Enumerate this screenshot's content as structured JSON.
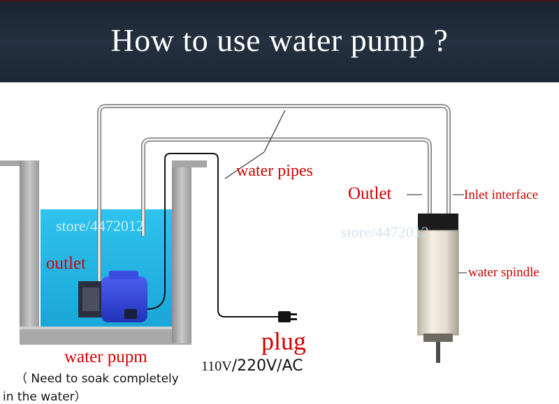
{
  "title": "How to use water pump ?",
  "labels": {
    "water_pipes": "water pipes",
    "outlet_right": "Outlet",
    "inlet_interface": "Inlet interface",
    "outlet_left": "outlet",
    "water_spindle": "water spindle",
    "water_pump": "water pupm",
    "plug": "plug",
    "voltage_110": "110V",
    "voltage_220": "/220V/AC",
    "note_line1": "（ Need to soak completely",
    "note_line2": "in the water）"
  },
  "watermarks": {
    "left": "store/4472012",
    "right": "store/4472012"
  },
  "colors": {
    "banner_bg": "#1f2a38",
    "label_red": "#d40000",
    "water_blue": "#29bde8",
    "pump_blue": "#3247d6"
  }
}
